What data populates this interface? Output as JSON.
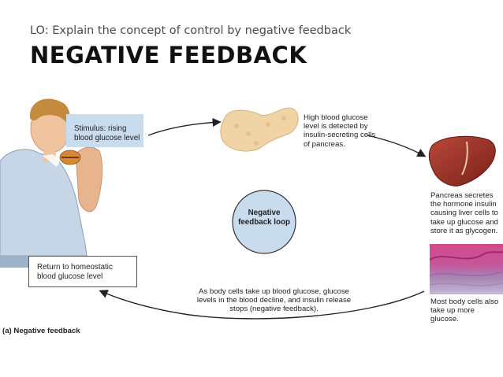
{
  "header": {
    "lo": "LO: Explain the concept of control by negative feedback",
    "title": "NEGATIVE FEEDBACK"
  },
  "diagram": {
    "stimulus": "Stimulus: rising blood glucose level",
    "high_glucose": "High blood glucose level is detected by insulin-secreting cells of pancreas.",
    "pancreas_secretes": "Pancreas secretes the hormone insulin causing liver cells to take up glucose and store it as glycogen.",
    "body_cells": "Most body cells also take up more glucose.",
    "blood_decline": "As body cells take up blood glucose, glucose levels in the blood decline, and insulin release stops (negative feedback).",
    "return": "Return to homeostatic blood glucose level",
    "loop": "Negative feedback loop",
    "caption": "(a) Negative feedback"
  }
}
